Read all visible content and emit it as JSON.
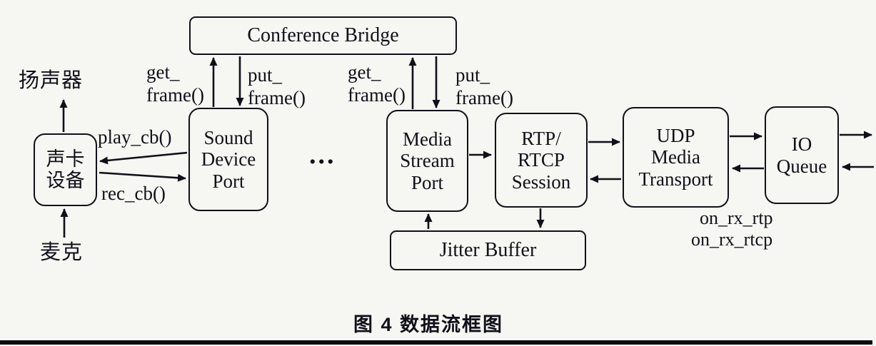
{
  "colors": {
    "ink": "#10101a",
    "paper": "#f6f6f2"
  },
  "figure": {
    "caption": "图 4  数据流框图"
  },
  "nodes": {
    "conference_bridge": {
      "label": "Conference Bridge"
    },
    "sound_card": {
      "label": "声卡\n设备"
    },
    "sound_device_port": {
      "label": "Sound\nDevice\nPort"
    },
    "ellipsis": {
      "label": "..."
    },
    "media_stream_port": {
      "label": "Media\nStream\nPort"
    },
    "rtp_rtcp_session": {
      "label": "RTP/\nRTCP\nSession"
    },
    "udp_media_transport": {
      "label": "UDP\nMedia\nTransport"
    },
    "io_queue": {
      "label": "IO\nQueue"
    },
    "jitter_buffer": {
      "label": "Jitter Buffer"
    }
  },
  "endpoints": {
    "speaker": {
      "label": "扬声器"
    },
    "microphone": {
      "label": "麦克"
    }
  },
  "edge_labels": {
    "get_frame_sound": "get_\nframe()",
    "put_frame_sound": "put_\nframe()",
    "get_frame_media": "get_\nframe()",
    "put_frame_media": "put_\nframe()",
    "play_cb": "play_cb()",
    "rec_cb": "rec_cb()",
    "on_rx_rtp": "on_rx_rtp",
    "on_rx_rtcp": "on_rx_rtcp"
  }
}
